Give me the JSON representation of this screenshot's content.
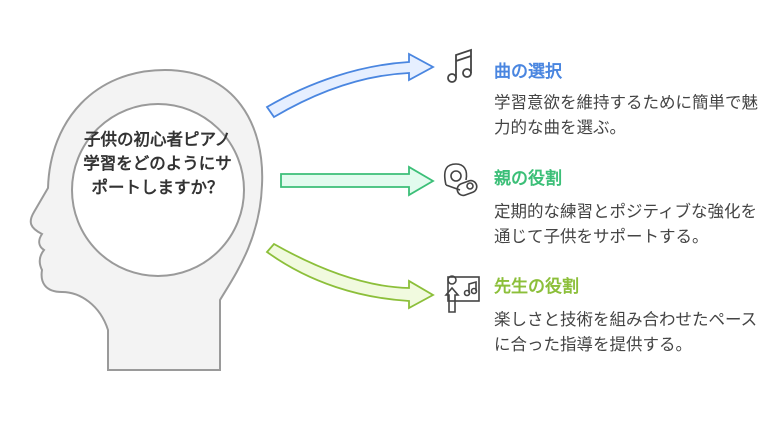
{
  "center": {
    "question": "子供の初心者ピアノ学習をどのようにサポートしますか？"
  },
  "items": [
    {
      "title": "曲の選択",
      "description": "学習意欲を維持するために簡単で魅力的な曲を選ぶ。",
      "color": "#4a86e0",
      "fill": "#e6efff",
      "icon": "music-note-icon"
    },
    {
      "title": "親の役割",
      "description": "定期的な練習とポジティブな強化を通じて子供をサポートする。",
      "color": "#3cbf78",
      "fill": "#e2fbee",
      "icon": "parent-baby-icon"
    },
    {
      "title": "先生の役割",
      "description": "楽しさと技術を組み合わせたペースに合った指導を提供する。",
      "color": "#8cbf3a",
      "fill": "#f1fadf",
      "icon": "teacher-music-icon"
    }
  ]
}
